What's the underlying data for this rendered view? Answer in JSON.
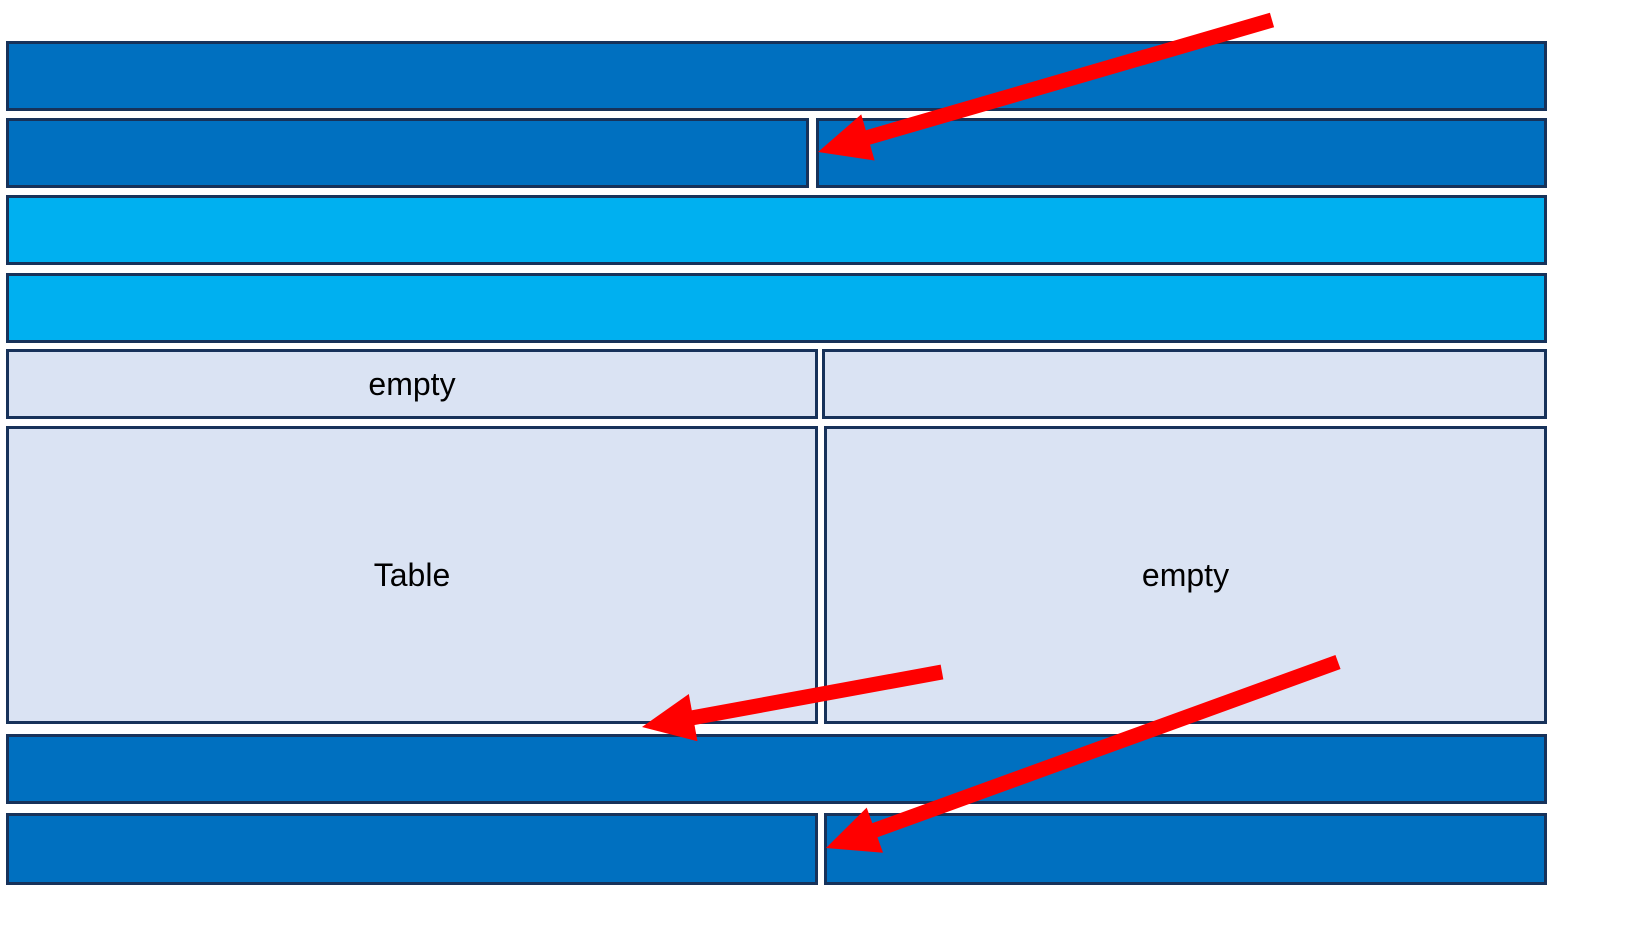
{
  "colors": {
    "dark_band": "#0070c0",
    "light_band": "#00b0f0",
    "pale_cell": "#dae3f3",
    "border": "#17325a",
    "arrow": "#ff0000"
  },
  "rows": {
    "row1": {
      "label": ""
    },
    "row2": {
      "left": "",
      "right": ""
    },
    "row3": {
      "label": ""
    },
    "row4": {
      "label": ""
    },
    "row5": {
      "left": "empty",
      "right": ""
    },
    "row6": {
      "left": "Table",
      "right": "empty"
    },
    "row7": {
      "label": ""
    },
    "row8": {
      "left": "",
      "right": ""
    }
  },
  "annotations": [
    {
      "name": "arrow-to-row2-gap"
    },
    {
      "name": "arrow-to-row6-bottom"
    },
    {
      "name": "arrow-to-row8-gap"
    }
  ]
}
